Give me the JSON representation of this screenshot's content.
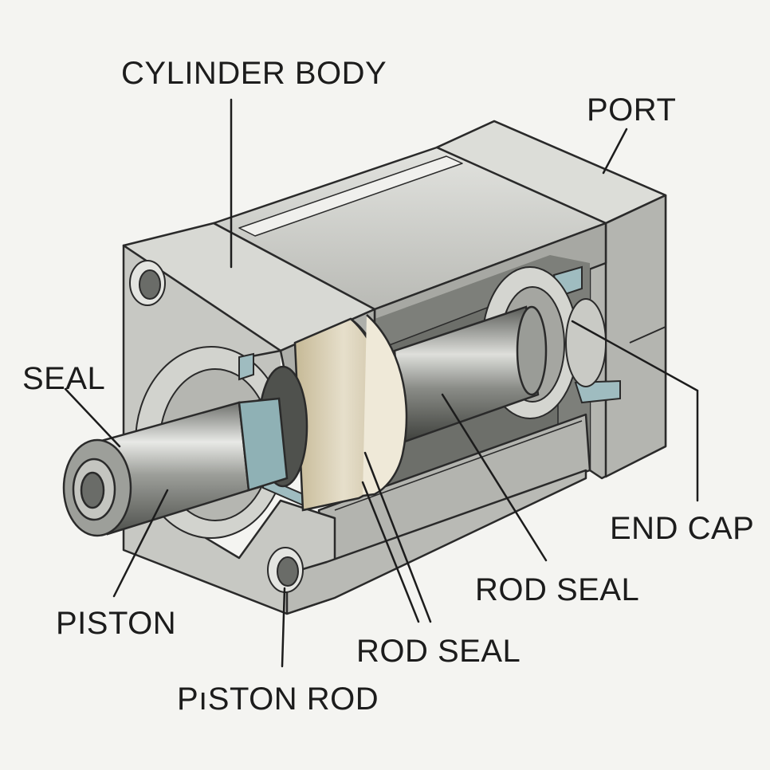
{
  "labels": {
    "cylinder_body": "CYLINDER BODY",
    "port": "PORT",
    "seal": "SEAL",
    "end_cap": "END CAP",
    "rod_seal_right": "ROD SEAL",
    "piston": "PISTON",
    "rod_seal_bottom": "ROD SEAL",
    "piston_rod": "PıSTON ROD"
  },
  "colors": {
    "background": "#f4f4f1",
    "metal": "#c9cac5",
    "metal_dark": "#8f918c",
    "piston": "#d6ccb3",
    "seal": "#9fbcc0",
    "outline": "#2a2a2a"
  }
}
